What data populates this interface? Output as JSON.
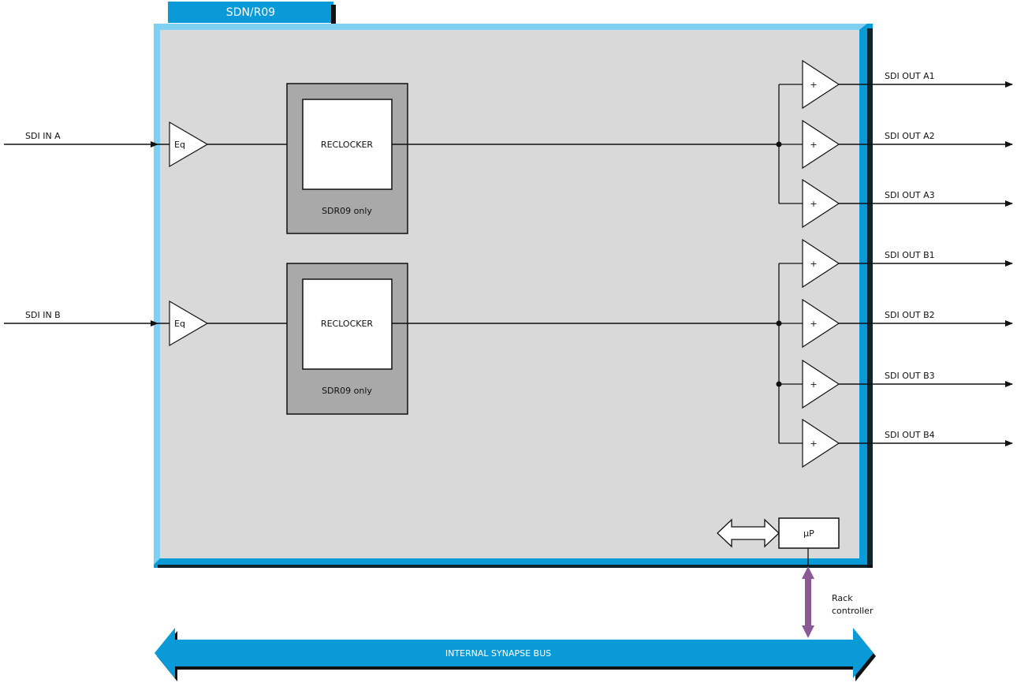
{
  "module": {
    "title": "SDN/R09"
  },
  "inputs": [
    {
      "label": "SDI IN A",
      "equalizer_label": "Eq",
      "reclocker_label": "RECLOCKER",
      "reclocker_note": "SDR09 only"
    },
    {
      "label": "SDI IN B",
      "equalizer_label": "Eq",
      "reclocker_label": "RECLOCKER",
      "reclocker_note": "SDR09 only"
    }
  ],
  "outputs_a": [
    "SDI OUT A1",
    "SDI OUT A2",
    "SDI OUT A3"
  ],
  "outputs_b": [
    "SDI OUT B1",
    "SDI OUT B2",
    "SDI OUT B3",
    "SDI OUT B4"
  ],
  "buffer_symbol": "+",
  "processor": {
    "label": "μP"
  },
  "rack_controller": {
    "label_line1": "Rack",
    "label_line2": "controller"
  },
  "bus": {
    "label": "INTERNAL SYNAPSE BUS"
  },
  "colors": {
    "accent_blue": "#0b9ad8",
    "light_blue": "#7fd0f3",
    "panel_grey": "#d9d9d9",
    "reclocker_grey": "#a9a9a9",
    "connector_purple": "#8b5a96"
  }
}
